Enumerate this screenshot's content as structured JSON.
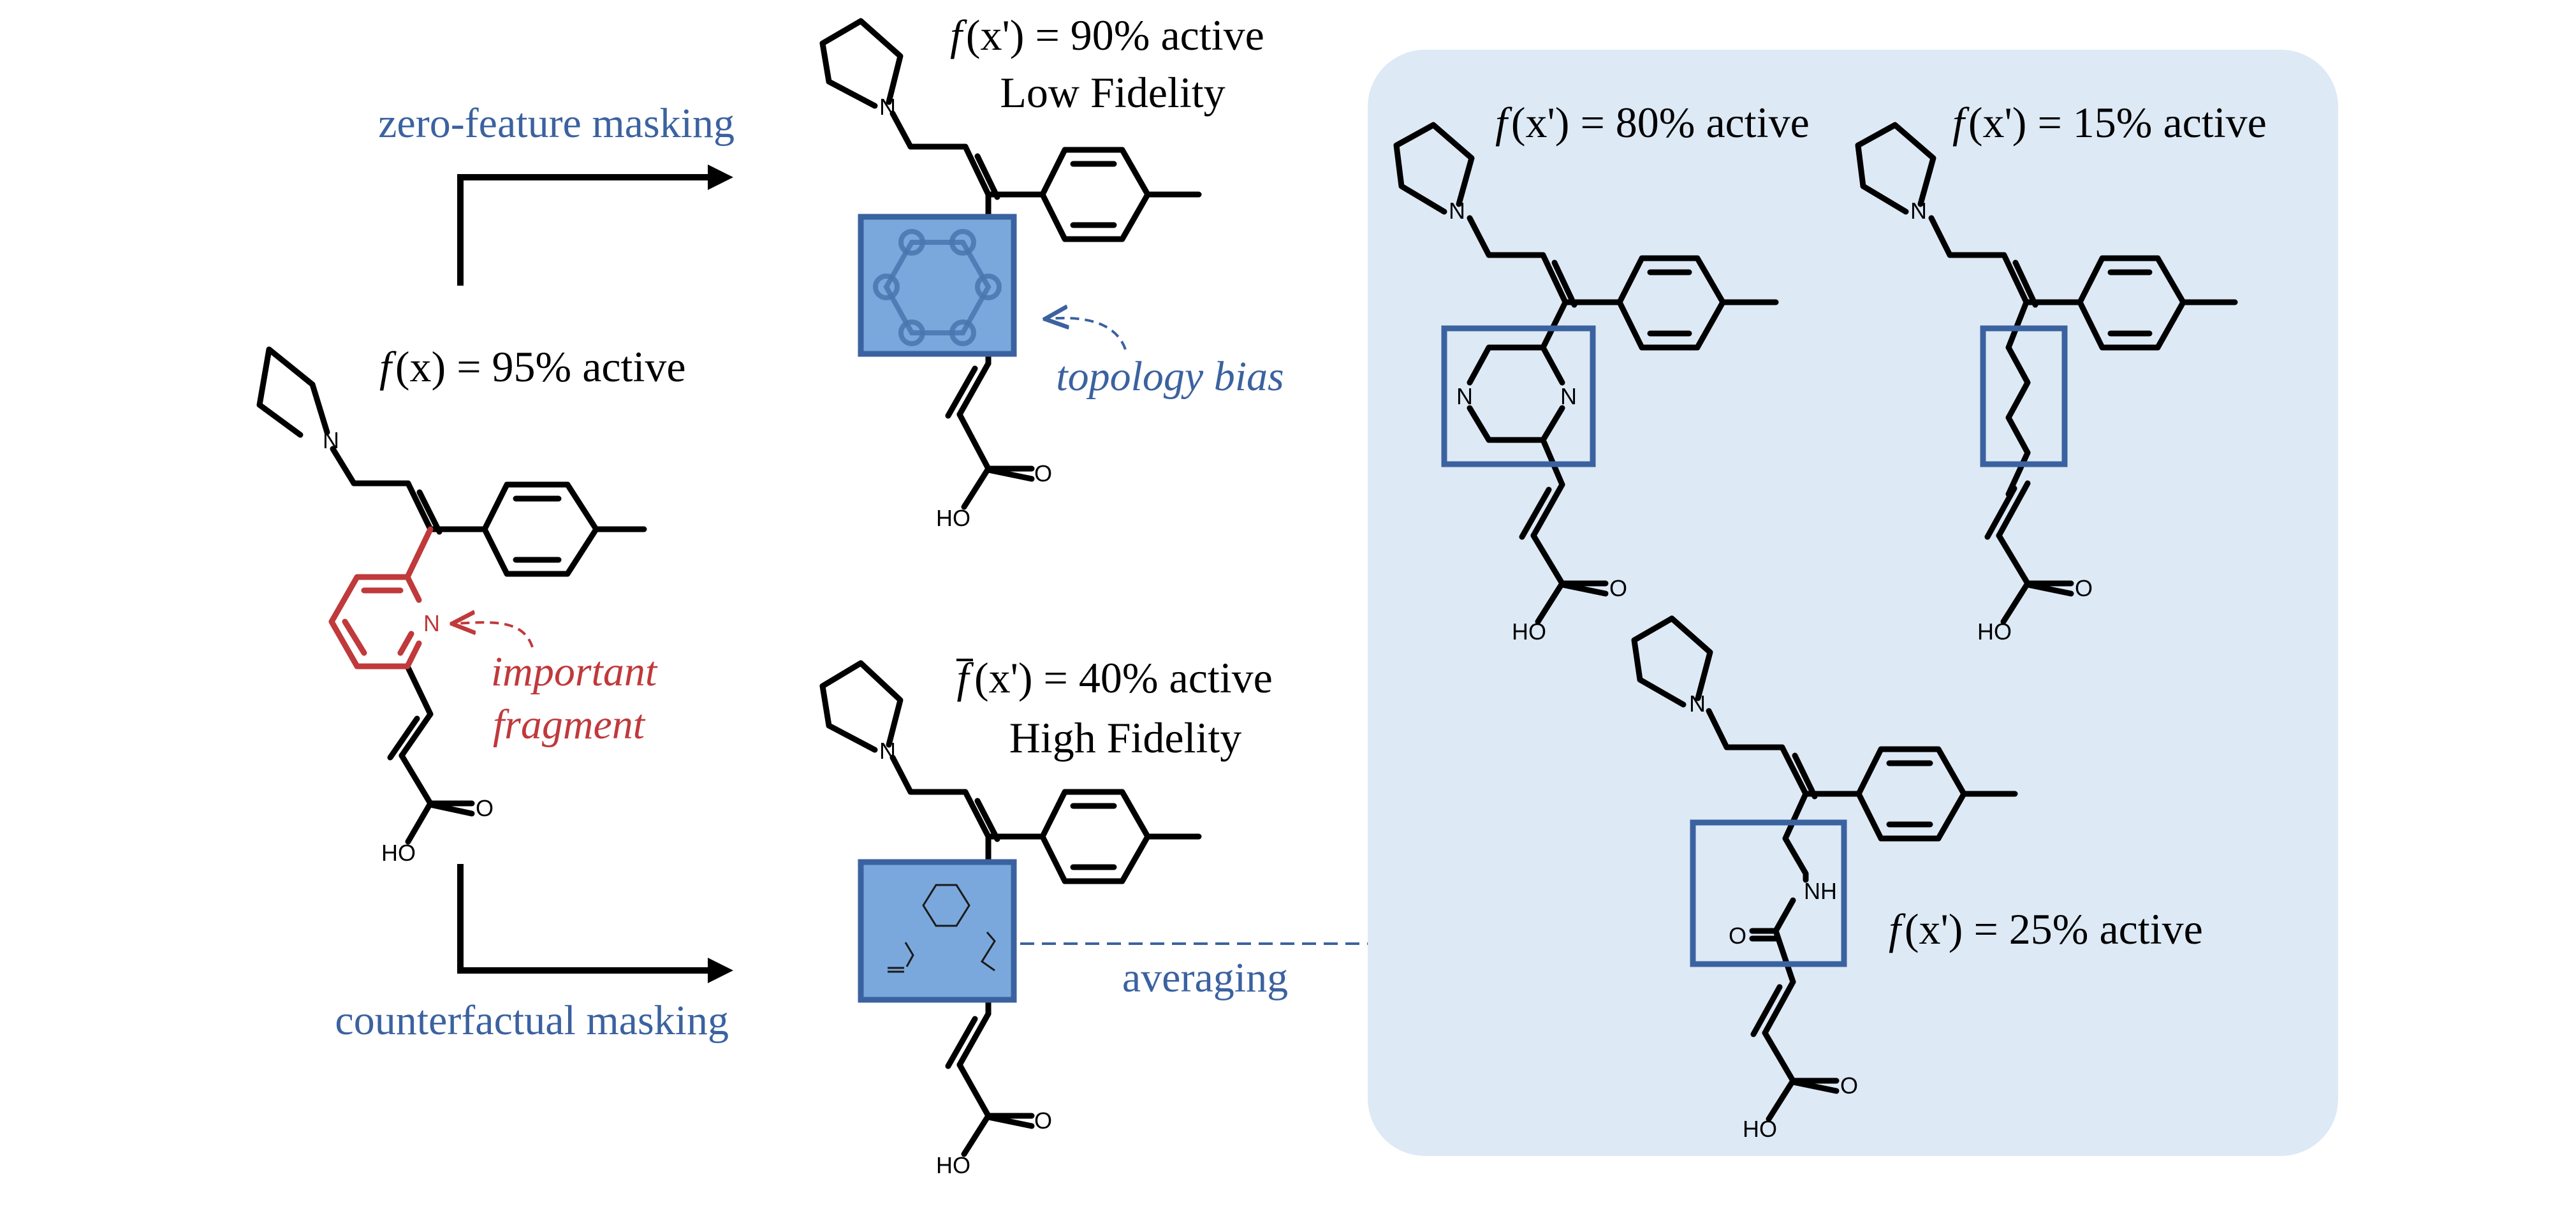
{
  "original": {
    "score_prefix": "f",
    "score_arg": "(x) = 95% active",
    "fragment_label_1": "important",
    "fragment_label_2": "fragment"
  },
  "zero_feature": {
    "arrow_label": "zero-feature masking",
    "score_prefix": "f",
    "score_arg": "(x') = 90% active",
    "fidelity": "Low Fidelity",
    "bias_label": "topology bias"
  },
  "counterfactual": {
    "arrow_label": "counterfactual masking",
    "score_prefix": "f",
    "score_arg": "(x') = 40% active",
    "fidelity": "High Fidelity",
    "averaging_label": "averaging"
  },
  "samples": [
    {
      "score_prefix": "f",
      "score_arg": "(x') = 80% active"
    },
    {
      "score_prefix": "f",
      "score_arg": "(x') = 15% active"
    },
    {
      "score_prefix": "f",
      "score_arg": "(x') = 25% active"
    }
  ],
  "atoms": {
    "N": "N",
    "O": "O",
    "HO": "HO",
    "NH": "NH"
  },
  "colors": {
    "blue": "#3b62a0",
    "blue_fill": "#7aa8dc",
    "panel": "#dde9f5",
    "red": "#c0393b",
    "black": "#000000"
  }
}
